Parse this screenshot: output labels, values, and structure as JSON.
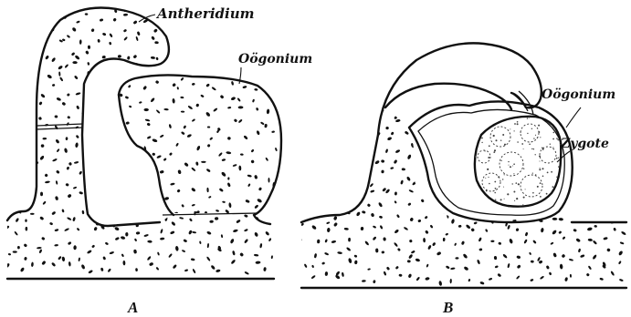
{
  "figure": {
    "panels": [
      {
        "letter": "A",
        "labels": {
          "antheridium": "Antheridium",
          "oogonium": "Oögonium"
        }
      },
      {
        "letter": "B",
        "labels": {
          "oogonium": "Oögonium",
          "zygote": "Zygote"
        }
      }
    ]
  }
}
